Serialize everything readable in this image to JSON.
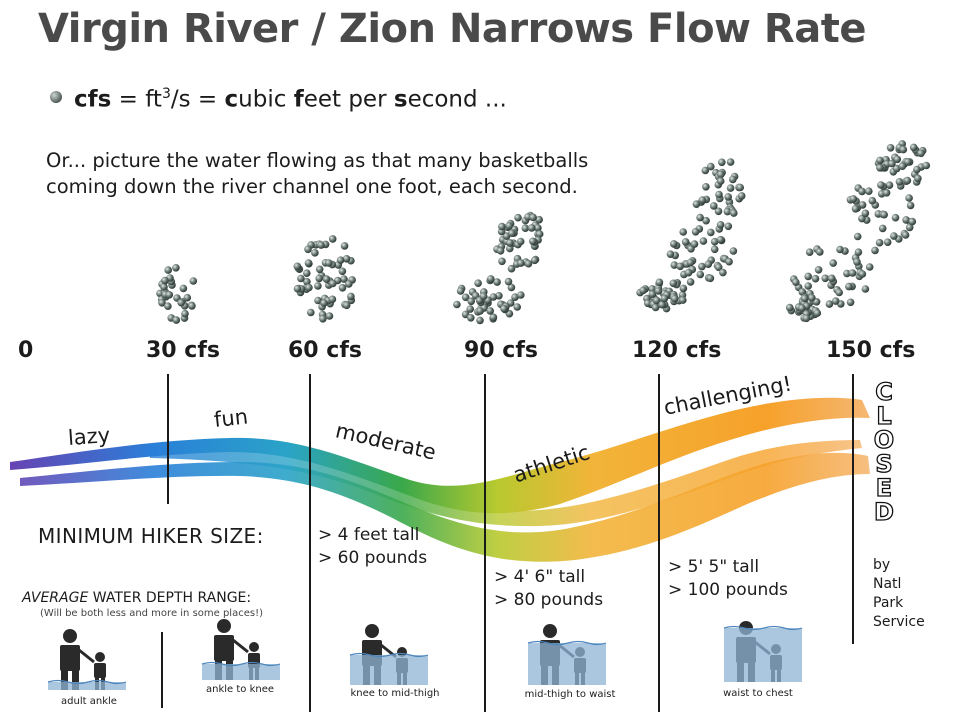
{
  "title": "Virgin River / Zion Narrows Flow Rate",
  "definition": {
    "cfs": "cfs",
    "eq1": " = ft",
    "sup": "3",
    "eq2": "/s = ",
    "c": "c",
    "ubic": "ubic  ",
    "f": "f",
    "eet": "eet  per  ",
    "s": "s",
    "econd": "econd ..."
  },
  "explanation": [
    "Or... picture the water flowing as that many basketballs",
    "coming down the river channel one foot, each second."
  ],
  "scale": {
    "ticks": [
      {
        "label": "0",
        "value": 0
      },
      {
        "label": "30 cfs",
        "value": 30
      },
      {
        "label": "60 cfs",
        "value": 60
      },
      {
        "label": "90 cfs",
        "value": 90
      },
      {
        "label": "120 cfs",
        "value": 120
      },
      {
        "label": "150 cfs",
        "value": 150
      }
    ]
  },
  "flow_labels": [
    "lazy",
    "fun",
    "moderate",
    "athletic",
    "challenging!"
  ],
  "min_hiker": {
    "heading": "MINIMUM HIKER SIZE:",
    "sizes": [
      {
        "line1": "> 4 feet tall",
        "line2": "> 60 pounds"
      },
      {
        "line1": "> 4' 6\" tall",
        "line2": "> 80 pounds"
      },
      {
        "line1": "> 5' 5\" tall",
        "line2": "> 100 pounds"
      }
    ]
  },
  "depth": {
    "heading_italic": "AVERAGE",
    "heading_rest": " WATER DEPTH RANGE:",
    "note": "(Will be both less and more in some places!)",
    "levels": [
      "adult ankle",
      "ankle to knee",
      "knee to mid-thigh",
      "mid-thigh to waist",
      "waist to chest"
    ]
  },
  "closed": {
    "letters": [
      "C",
      "L",
      "O",
      "S",
      "E",
      "D"
    ],
    "by": "by\nNatl\nPark\nService"
  },
  "colors": {
    "title": "#4a4a4a",
    "ball": "#4f5f5a",
    "river_blue": "#2b7bd6",
    "river_green": "#6aa82a",
    "river_orange": "#f5a42a",
    "water": "#8fb4d6"
  }
}
